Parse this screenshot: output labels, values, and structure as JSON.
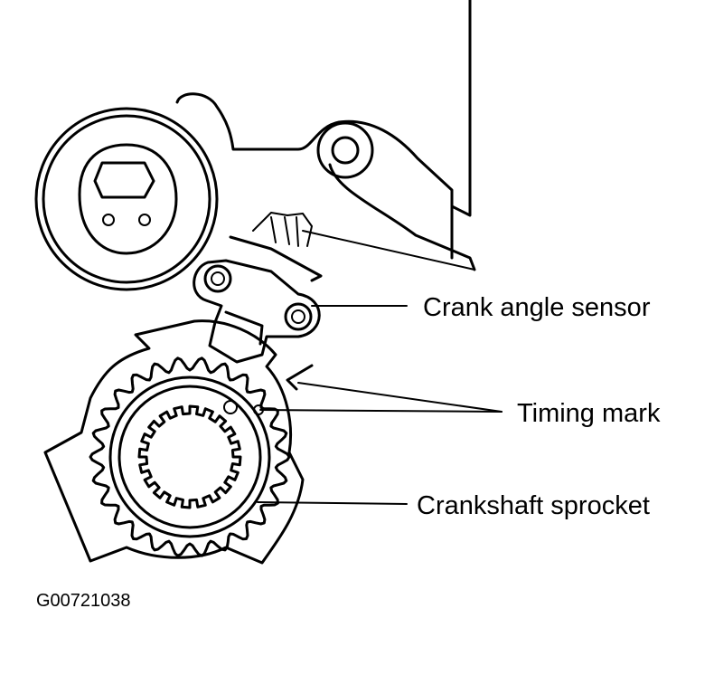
{
  "labels": {
    "crank_angle_sensor": "Crank angle sensor",
    "timing_mark": "Timing mark",
    "crankshaft_sprocket": "Crankshaft sprocket"
  },
  "figure_code": "G00721038"
}
